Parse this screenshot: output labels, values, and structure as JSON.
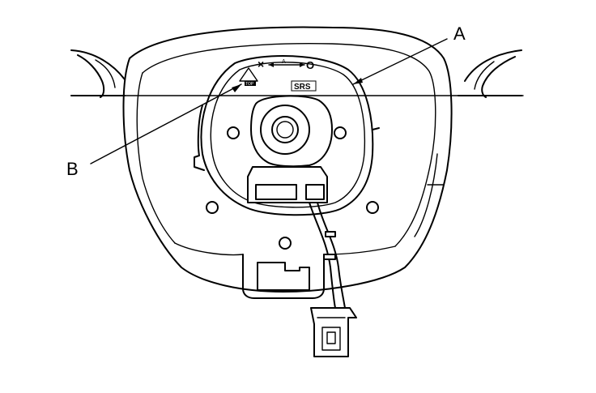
{
  "callouts": {
    "a": "A",
    "b": "B"
  },
  "labels": {
    "srs": "SRS",
    "top": "TOP",
    "arrow_tick": "A"
  },
  "symbols": {
    "left": "×",
    "right": "O"
  },
  "colors": {
    "line": "#000000",
    "background": "#ffffff"
  },
  "icons": [
    "warning-triangle-icon",
    "arrow-left-icon",
    "arrow-right-icon"
  ]
}
